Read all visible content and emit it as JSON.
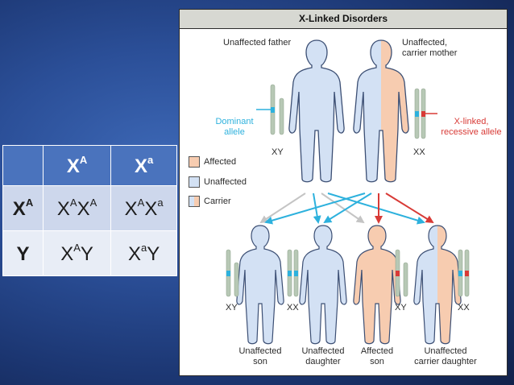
{
  "punnett": {
    "col_headers": [
      {
        "base": "X",
        "sup": "A"
      },
      {
        "base": "X",
        "sup": "a"
      }
    ],
    "rows": [
      {
        "header": {
          "base": "X",
          "sup": "A"
        },
        "cells": [
          {
            "p1": "X",
            "s1": "A",
            "p2": "X",
            "s2": "A"
          },
          {
            "p1": "X",
            "s1": "A",
            "p2": "X",
            "s2": "a"
          }
        ]
      },
      {
        "header": {
          "base": "Y",
          "sup": ""
        },
        "cells": [
          {
            "p1": "X",
            "s1": "A",
            "p2": "Y",
            "s2": ""
          },
          {
            "p1": "X",
            "s1": "a",
            "p2": "Y",
            "s2": ""
          }
        ]
      }
    ]
  },
  "diagram": {
    "title": "X-Linked Disorders",
    "father_label": "Unaffected father",
    "mother_label_1": "Unaffected,",
    "mother_label_2": "carrier mother",
    "dominant_label_1": "Dominant",
    "dominant_label_2": "allele",
    "recessive_label_1": "X-linked,",
    "recessive_label_2": "recessive allele",
    "father_genotype": "XY",
    "mother_genotype": "XX",
    "legend": {
      "affected": "Affected",
      "unaffected": "Unaffected",
      "carrier": "Carrier"
    },
    "children": [
      {
        "genotype": "XY",
        "label_1": "Unaffected",
        "label_2": "son"
      },
      {
        "genotype": "XX",
        "label_1": "Unaffected",
        "label_2": "daughter"
      },
      {
        "genotype": "XY",
        "label_1": "Affected",
        "label_2": "son"
      },
      {
        "genotype": "XX",
        "label_1": "Unaffected",
        "label_2": "carrier daughter"
      }
    ],
    "colors": {
      "affected": "#f7ccb0",
      "unaffected": "#d3e1f4",
      "dominant": "#2db1dd",
      "recessive": "#d83a36",
      "arrow_gray": "#c4c4c4",
      "chromosome": "#b7c8b5"
    }
  }
}
